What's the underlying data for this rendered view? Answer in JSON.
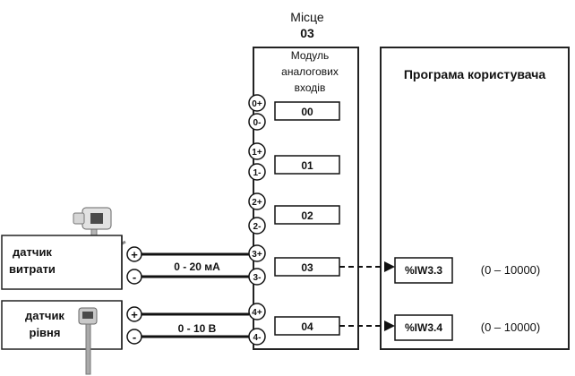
{
  "slot": {
    "label": "Місце",
    "number": "03"
  },
  "module": {
    "title_lines": [
      "Модуль",
      "аналогових",
      "входів"
    ]
  },
  "channels": [
    {
      "plus": "0+",
      "minus": "0-",
      "id": "00"
    },
    {
      "plus": "1+",
      "minus": "1-",
      "id": "01"
    },
    {
      "plus": "2+",
      "minus": "2-",
      "id": "02"
    },
    {
      "plus": "3+",
      "minus": "3-",
      "id": "03"
    },
    {
      "plus": "4+",
      "minus": "4-",
      "id": "04"
    }
  ],
  "user_program": {
    "title": "Програма користувача",
    "variables": [
      {
        "name": "%IW3.3",
        "range": "(0 – 10000)"
      },
      {
        "name": "%IW3.4",
        "range": "(0 – 10000)"
      }
    ]
  },
  "sensors": [
    {
      "label_lines": [
        "датчик",
        "витрати"
      ],
      "signal": "0 - 20 мА",
      "plus": "+",
      "minus": "-"
    },
    {
      "label_lines": [
        "датчик",
        "рівня"
      ],
      "signal": "0 - 10 В",
      "plus": "+",
      "minus": "-"
    }
  ]
}
